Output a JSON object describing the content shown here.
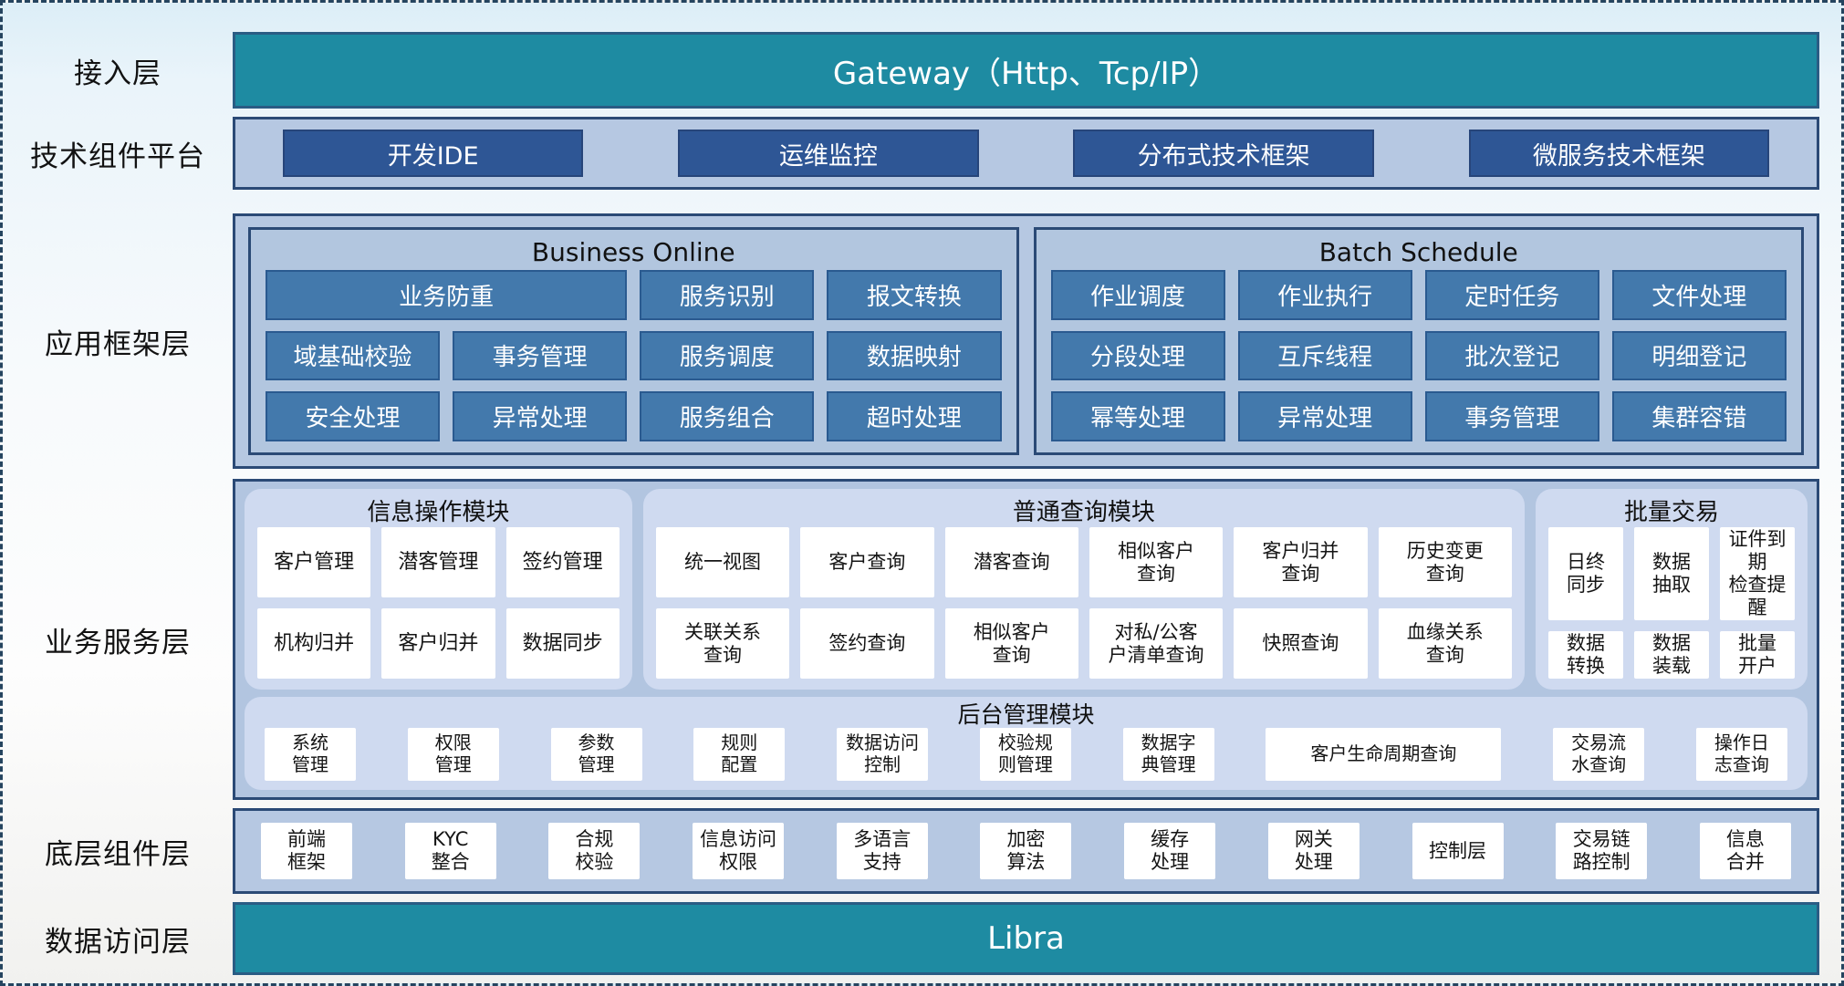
{
  "layer_labels": {
    "access": "接入层",
    "tech_platform": "技术组件平台",
    "app_framework": "应用框架层",
    "business_service": "业务服务层",
    "base_components": "底层组件层",
    "data_access": "数据访问层"
  },
  "access_layer": {
    "gateway": "Gateway（Http、Tcp/IP）"
  },
  "tech_platform": {
    "items": [
      "开发IDE",
      "运维监控",
      "分布式技术框架",
      "微服务技术框架"
    ]
  },
  "app_framework": {
    "business_online": {
      "title": "Business Online",
      "items": [
        "业务防重",
        "服务识别",
        "报文转换",
        "域基础校验",
        "事务管理",
        "服务调度",
        "数据映射",
        "安全处理",
        "异常处理",
        "服务组合",
        "超时处理"
      ]
    },
    "batch_schedule": {
      "title": "Batch Schedule",
      "items": [
        "作业调度",
        "作业执行",
        "定时任务",
        "文件处理",
        "分段处理",
        "互斥线程",
        "批次登记",
        "明细登记",
        "幂等处理",
        "异常处理",
        "事务管理",
        "集群容错"
      ]
    }
  },
  "business_service": {
    "info_ops": {
      "title": "信息操作模块",
      "items": [
        "客户管理",
        "潜客管理",
        "签约管理",
        "机构归并",
        "客户归并",
        "数据同步"
      ]
    },
    "general_query": {
      "title": "普通查询模块",
      "items": [
        "统一视图",
        "客户查询",
        "潜客查询",
        "相似客户\n查询",
        "客户归并\n查询",
        "历史变更\n查询",
        "关联关系\n查询",
        "签约查询",
        "相似客户\n查询",
        "对私/公客\n户清单查询",
        "快照查询",
        "血缘关系\n查询"
      ]
    },
    "batch_trade": {
      "title": "批量交易",
      "items": [
        "日终\n同步",
        "数据\n抽取",
        "证件到期\n检查提醒",
        "数据\n转换",
        "数据\n装载",
        "批量\n开户"
      ]
    },
    "admin": {
      "title": "后台管理模块",
      "items": [
        "系统\n管理",
        "权限\n管理",
        "参数\n管理",
        "规则\n配置",
        "数据访问\n控制",
        "校验规\n则管理",
        "数据字\n典管理",
        "客户生命周期查询",
        "交易流\n水查询",
        "操作日\n志查询"
      ]
    }
  },
  "base_components": {
    "items": [
      "前端\n框架",
      "KYC\n整合",
      "合规\n校验",
      "信息访问\n权限",
      "多语言\n支持",
      "加密\n算法",
      "缓存\n处理",
      "网关\n处理",
      "控制层",
      "交易链\n路控制",
      "信息\n合并"
    ]
  },
  "data_access": {
    "bar": "Libra"
  },
  "colors": {
    "teal": "#1e8ba2",
    "container_fill": "#b6c8e2",
    "container_border": "#2b4a76",
    "dark_button": "#2e5695",
    "mid_button": "#4379ac",
    "rounded_panel": "#cfdaf0",
    "card": "#ffffff"
  }
}
